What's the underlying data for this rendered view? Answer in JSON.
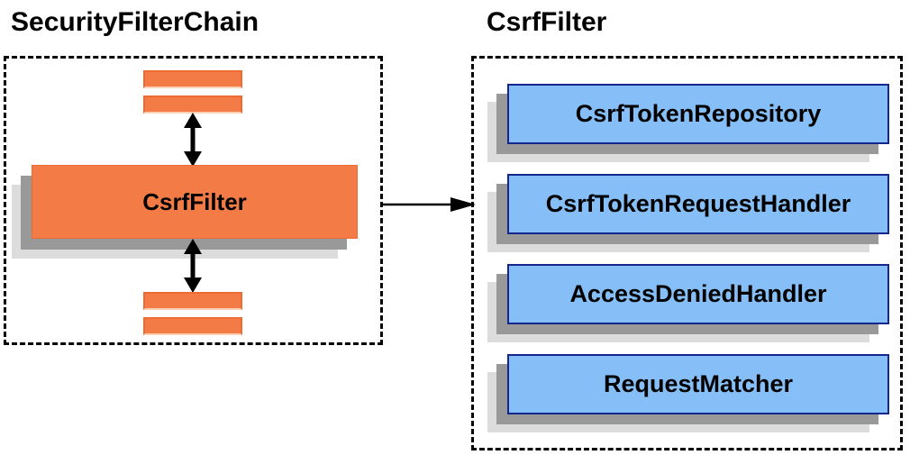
{
  "left_group": {
    "title": "SecurityFilterChain",
    "csrf_filter_box_label": "CsrfFilter"
  },
  "right_group": {
    "title": "CsrfFilter",
    "components": [
      {
        "label": "CsrfTokenRepository"
      },
      {
        "label": "CsrfTokenRequestHandler"
      },
      {
        "label": "AccessDeniedHandler"
      },
      {
        "label": "RequestMatcher"
      }
    ]
  },
  "colors": {
    "orange_fill": "#F37C46",
    "orange_border": "#ED6A33",
    "blue_fill": "#86BFF7",
    "blue_border": "#15268C",
    "shadow_dark": "#999999",
    "shadow_light": "#DCDCDC",
    "line_black": "#000000"
  }
}
